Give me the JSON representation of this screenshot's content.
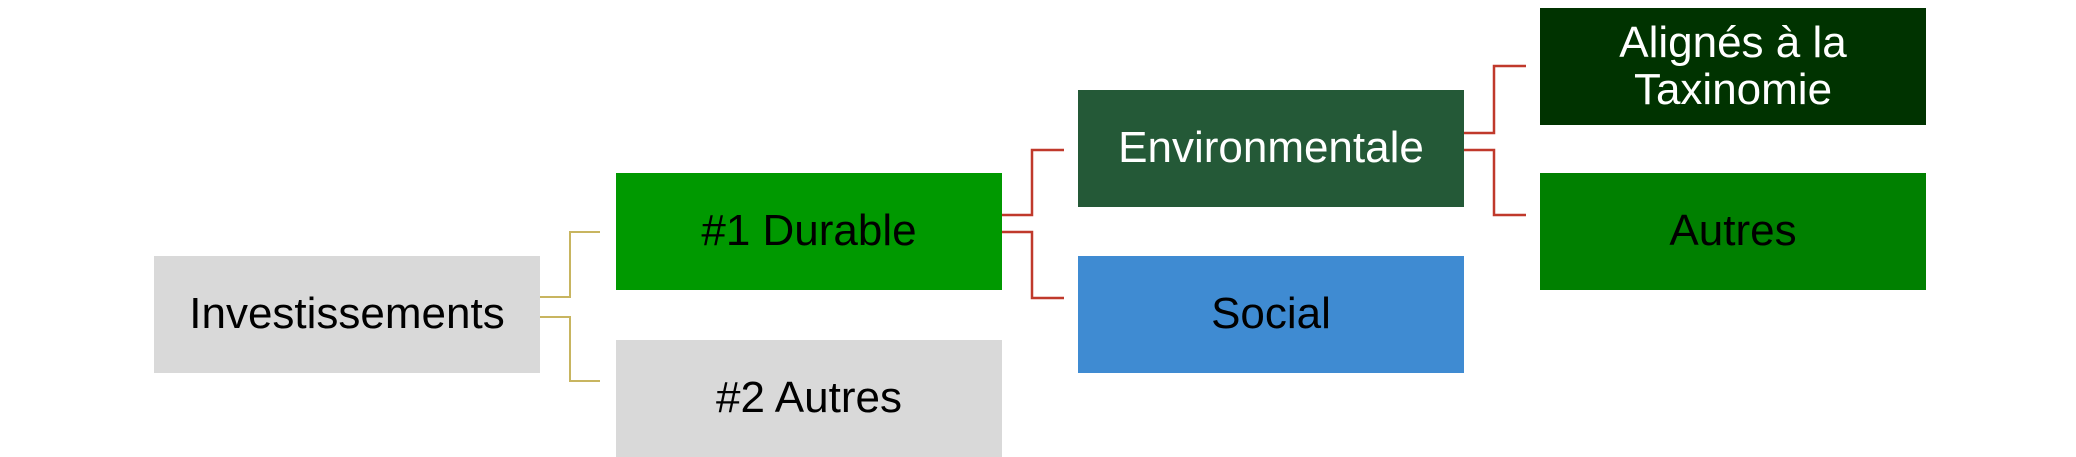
{
  "diagram": {
    "nodes": {
      "investissements": "Investissements",
      "durable": "#1 Durable",
      "autres2": "#2 Autres",
      "environmentale": "Environmentale",
      "social": "Social",
      "alignes": "Alignés à la Taxinomie",
      "autres": "Autres"
    },
    "colors": {
      "grey_box": "#d9d9d9",
      "durable_green": "#009900",
      "environmentale_green": "#245937",
      "social_blue": "#3f8bd2",
      "alignes_green": "#003300",
      "autres_green": "#008000",
      "connector_tan": "#c8b560",
      "connector_red": "#c0392b"
    },
    "edges": [
      {
        "from": "Investissements",
        "to": "#1 Durable"
      },
      {
        "from": "Investissements",
        "to": "#2 Autres"
      },
      {
        "from": "#1 Durable",
        "to": "Environmentale"
      },
      {
        "from": "#1 Durable",
        "to": "Social"
      },
      {
        "from": "Environmentale",
        "to": "Alignés à la Taxinomie"
      },
      {
        "from": "Environmentale",
        "to": "Autres"
      }
    ]
  }
}
